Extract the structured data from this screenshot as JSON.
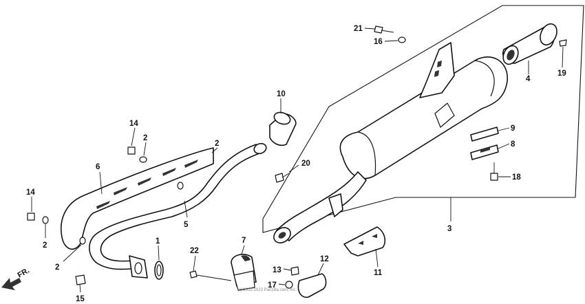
{
  "diagram": {
    "direction_label": "FR.",
    "copyright": "(c) 2011-2023 Partzilla.com, Inc.",
    "callouts": {
      "c1": "1",
      "c2a": "2",
      "c2b": "2",
      "c2c": "2",
      "c2d": "2",
      "c3": "3",
      "c4": "4",
      "c5": "5",
      "c6": "6",
      "c7": "7",
      "c8": "8",
      "c9": "9",
      "c10": "10",
      "c11": "11",
      "c12": "12",
      "c13": "13",
      "c14a": "14",
      "c14b": "14",
      "c15": "15",
      "c16": "16",
      "c17": "17",
      "c18": "18",
      "c19": "19",
      "c20": "20",
      "c21": "21",
      "c22": "22"
    }
  }
}
